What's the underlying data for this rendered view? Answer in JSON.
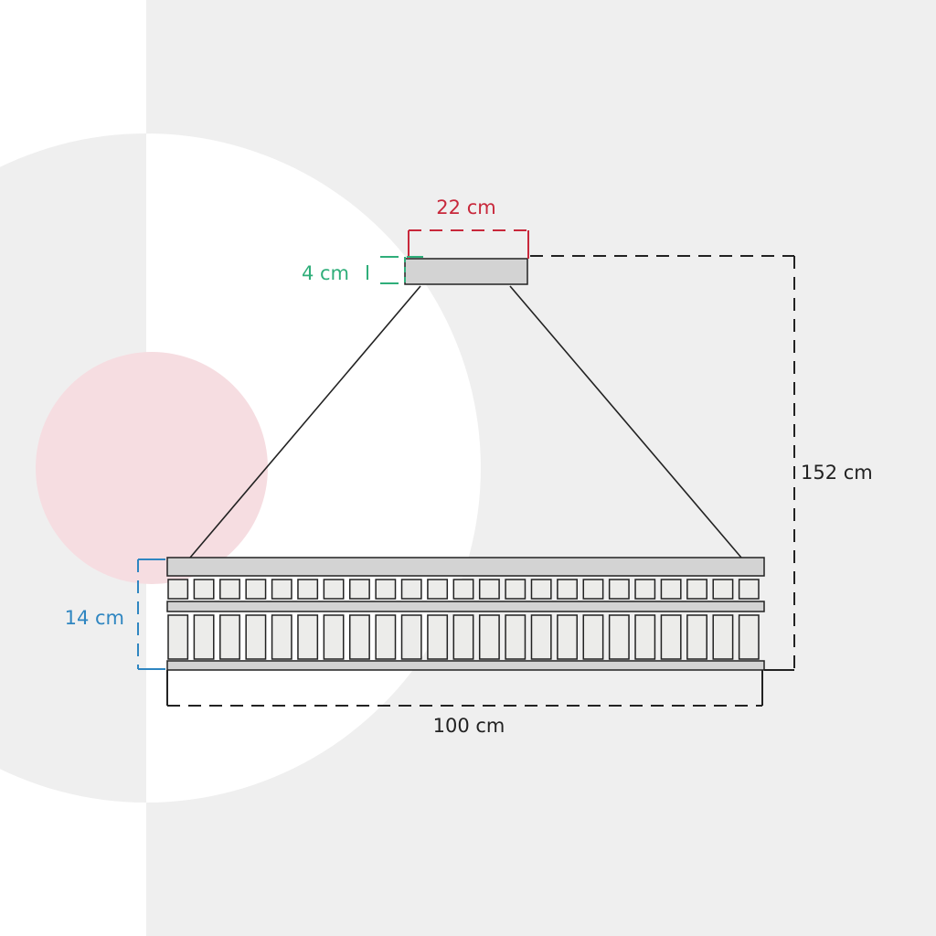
{
  "dimensions": {
    "canopy_width": "22 cm",
    "canopy_height": "4 cm",
    "total_height": "152 cm",
    "body_height": "14 cm",
    "body_width": "100 cm"
  },
  "colors": {
    "background_ring": "#efefef",
    "accent_circle": "#f6dde1",
    "canopy_width": "#c8283b",
    "canopy_height": "#2fae7a",
    "body_height": "#2f86c1",
    "neutral": "#222222",
    "metal_fill": "#d3d3d3",
    "crystal_fill": "#ececea"
  },
  "chandelier": {
    "upper_crystal_count": 23,
    "lower_crystal_count": 23
  }
}
